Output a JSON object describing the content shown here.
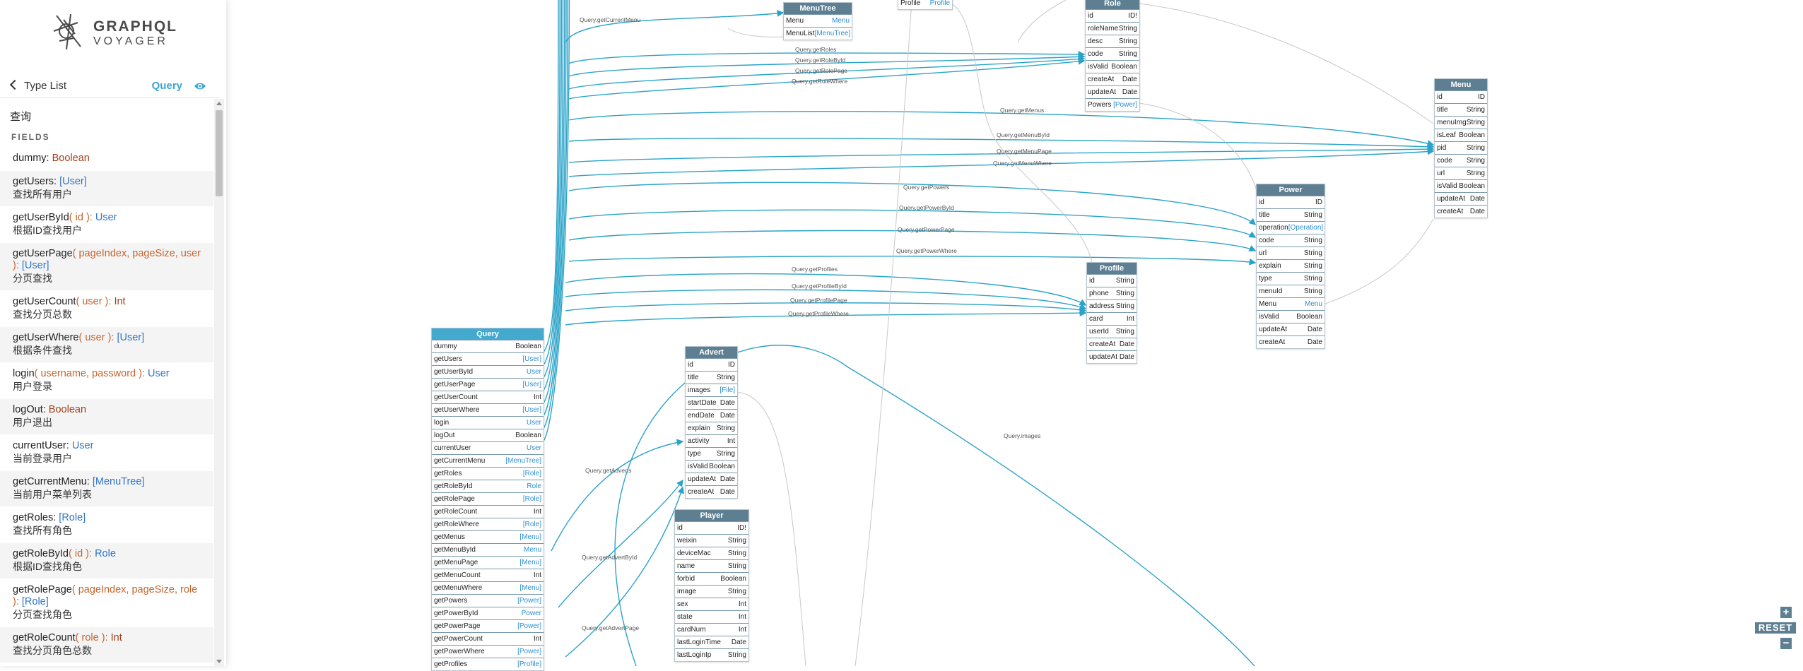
{
  "logo": {
    "line1": "GRAPHQL",
    "line2": "VOYAGER"
  },
  "typebar": {
    "back_label": "Type List",
    "root_type": "Query"
  },
  "panel": {
    "description": "查询",
    "fields_header": "FIELDS"
  },
  "fields": [
    {
      "parts": [
        {
          "t": "dummy",
          "c": ""
        },
        {
          "t": ": ",
          "c": ""
        },
        {
          "t": "Boolean",
          "c": "bt"
        }
      ],
      "desc": ""
    },
    {
      "parts": [
        {
          "t": "getUsers",
          "c": ""
        },
        {
          "t": ": ",
          "c": ""
        },
        {
          "t": "[User]",
          "c": "ty"
        }
      ],
      "desc": "查找所有用户"
    },
    {
      "parts": [
        {
          "t": "getUserById",
          "c": ""
        },
        {
          "t": "( id ): ",
          "c": "ar"
        },
        {
          "t": "User",
          "c": "ty"
        }
      ],
      "desc": "根据ID查找用户"
    },
    {
      "parts": [
        {
          "t": "getUserPage",
          "c": ""
        },
        {
          "t": "( pageIndex, pageSize, user ): ",
          "c": "ar"
        },
        {
          "t": "[User]",
          "c": "ty"
        }
      ],
      "desc": "分页查找"
    },
    {
      "parts": [
        {
          "t": "getUserCount",
          "c": ""
        },
        {
          "t": "( user ): ",
          "c": "ar"
        },
        {
          "t": "Int",
          "c": "bt"
        }
      ],
      "desc": "查找分页总数"
    },
    {
      "parts": [
        {
          "t": "getUserWhere",
          "c": ""
        },
        {
          "t": "( user ): ",
          "c": "ar"
        },
        {
          "t": "[User]",
          "c": "ty"
        }
      ],
      "desc": "根据条件查找"
    },
    {
      "parts": [
        {
          "t": "login",
          "c": ""
        },
        {
          "t": "( username, password ): ",
          "c": "ar"
        },
        {
          "t": "User",
          "c": "ty"
        }
      ],
      "desc": "用户登录"
    },
    {
      "parts": [
        {
          "t": "logOut",
          "c": ""
        },
        {
          "t": ": ",
          "c": ""
        },
        {
          "t": "Boolean",
          "c": "bt"
        }
      ],
      "desc": "用户退出"
    },
    {
      "parts": [
        {
          "t": "currentUser",
          "c": ""
        },
        {
          "t": ": ",
          "c": ""
        },
        {
          "t": "User",
          "c": "ty"
        }
      ],
      "desc": "当前登录用户"
    },
    {
      "parts": [
        {
          "t": "getCurrentMenu",
          "c": ""
        },
        {
          "t": ": ",
          "c": ""
        },
        {
          "t": "[MenuTree]",
          "c": "ty"
        }
      ],
      "desc": "当前用户菜单列表"
    },
    {
      "parts": [
        {
          "t": "getRoles",
          "c": ""
        },
        {
          "t": ": ",
          "c": ""
        },
        {
          "t": "[Role]",
          "c": "ty"
        }
      ],
      "desc": "查找所有角色"
    },
    {
      "parts": [
        {
          "t": "getRoleById",
          "c": ""
        },
        {
          "t": "( id ): ",
          "c": "ar"
        },
        {
          "t": "Role",
          "c": "ty"
        }
      ],
      "desc": "根据ID查找角色"
    },
    {
      "parts": [
        {
          "t": "getRolePage",
          "c": ""
        },
        {
          "t": "( pageIndex, pageSize, role ): ",
          "c": "ar"
        },
        {
          "t": "[Role]",
          "c": "ty"
        }
      ],
      "desc": "分页查找角色"
    },
    {
      "parts": [
        {
          "t": "getRoleCount",
          "c": ""
        },
        {
          "t": "( role ): ",
          "c": "ar"
        },
        {
          "t": "Int",
          "c": "bt"
        }
      ],
      "desc": "查找分页角色总数"
    }
  ],
  "nodes": {
    "Query": {
      "title": "Query",
      "rows": [
        [
          "dummy",
          "Boolean"
        ],
        [
          "getUsers",
          "[User]"
        ],
        [
          "getUserById",
          "User"
        ],
        [
          "getUserPage",
          "[User]"
        ],
        [
          "getUserCount",
          "Int"
        ],
        [
          "getUserWhere",
          "[User]"
        ],
        [
          "login",
          "User"
        ],
        [
          "logOut",
          "Boolean"
        ],
        [
          "currentUser",
          "User"
        ],
        [
          "getCurrentMenu",
          "[MenuTree]"
        ],
        [
          "getRoles",
          "[Role]"
        ],
        [
          "getRoleById",
          "Role"
        ],
        [
          "getRolePage",
          "[Role]"
        ],
        [
          "getRoleCount",
          "Int"
        ],
        [
          "getRoleWhere",
          "[Role]"
        ],
        [
          "getMenus",
          "[Menu]"
        ],
        [
          "getMenuById",
          "Menu"
        ],
        [
          "getMenuPage",
          "[Menu]"
        ],
        [
          "getMenuCount",
          "Int"
        ],
        [
          "getMenuWhere",
          "[Menu]"
        ],
        [
          "getPowers",
          "[Power]"
        ],
        [
          "getPowerById",
          "Power"
        ],
        [
          "getPowerPage",
          "[Power]"
        ],
        [
          "getPowerCount",
          "Int"
        ],
        [
          "getPowerWhere",
          "[Power]"
        ],
        [
          "getProfiles",
          "[Profile]"
        ]
      ]
    },
    "MenuTree": {
      "title": "MenuTree",
      "rows": [
        [
          "Menu",
          "Menu"
        ],
        [
          "MenuList",
          "[MenuTree]"
        ]
      ]
    },
    "Role": {
      "title": "Role",
      "rows": [
        [
          "id",
          "ID!"
        ],
        [
          "roleName",
          "String"
        ],
        [
          "desc",
          "String"
        ],
        [
          "code",
          "String"
        ],
        [
          "isValid",
          "Boolean"
        ],
        [
          "createAt",
          "Date"
        ],
        [
          "updateAt",
          "Date"
        ],
        [
          "Powers",
          "[Power]"
        ]
      ]
    },
    "Menu": {
      "title": "Menu",
      "rows": [
        [
          "id",
          "ID"
        ],
        [
          "title",
          "String"
        ],
        [
          "menuImg",
          "String"
        ],
        [
          "isLeaf",
          "Boolean"
        ],
        [
          "pid",
          "String"
        ],
        [
          "code",
          "String"
        ],
        [
          "url",
          "String"
        ],
        [
          "isValid",
          "Boolean"
        ],
        [
          "updateAt",
          "Date"
        ],
        [
          "createAt",
          "Date"
        ]
      ]
    },
    "Power": {
      "title": "Power",
      "rows": [
        [
          "id",
          "ID"
        ],
        [
          "title",
          "String"
        ],
        [
          "operation",
          "[Operation]"
        ],
        [
          "code",
          "String"
        ],
        [
          "url",
          "String"
        ],
        [
          "explain",
          "String"
        ],
        [
          "type",
          "String"
        ],
        [
          "menuId",
          "String"
        ],
        [
          "Menu",
          "Menu"
        ],
        [
          "isValid",
          "Boolean"
        ],
        [
          "updateAt",
          "Date"
        ],
        [
          "createAt",
          "Date"
        ]
      ]
    },
    "Profile": {
      "title": "Profile",
      "rows": [
        [
          "id",
          "String"
        ],
        [
          "phone",
          "String"
        ],
        [
          "address",
          "String"
        ],
        [
          "card",
          "Int"
        ],
        [
          "userId",
          "String"
        ],
        [
          "createAt",
          "Date"
        ],
        [
          "updateAt",
          "Date"
        ]
      ]
    },
    "Advert": {
      "title": "Advert",
      "rows": [
        [
          "id",
          "ID"
        ],
        [
          "title",
          "String"
        ],
        [
          "images",
          "[File]"
        ],
        [
          "startDate",
          "Date"
        ],
        [
          "endDate",
          "Date"
        ],
        [
          "explain",
          "String"
        ],
        [
          "activity",
          "Int"
        ],
        [
          "type",
          "String"
        ],
        [
          "isValid",
          "Boolean"
        ],
        [
          "updateAt",
          "Date"
        ],
        [
          "createAt",
          "Date"
        ]
      ]
    },
    "Player": {
      "title": "Player",
      "rows": [
        [
          "id",
          "ID!"
        ],
        [
          "weixin",
          "String"
        ],
        [
          "deviceMac",
          "String"
        ],
        [
          "name",
          "String"
        ],
        [
          "forbid",
          "Boolean"
        ],
        [
          "image",
          "String"
        ],
        [
          "sex",
          "Int"
        ],
        [
          "state",
          "Int"
        ],
        [
          "cardNum",
          "Int"
        ],
        [
          "lastLoginTime",
          "Date"
        ],
        [
          "lastLoginIp",
          "String"
        ]
      ]
    },
    "UserTop": {
      "title": "",
      "rows": [
        [
          "Profile",
          "Profile"
        ]
      ]
    }
  },
  "link_types": [
    "User",
    "MenuTree",
    "Role",
    "Menu",
    "Power",
    "Profile",
    "File",
    "Operation"
  ],
  "edges": [
    {
      "label": "Query.getCurrentMenu"
    },
    {
      "label": "Query.getRoles"
    },
    {
      "label": "Query.getRoleById"
    },
    {
      "label": "Query.getRolePage"
    },
    {
      "label": "Query.getRoleWhere"
    },
    {
      "label": "Query.getMenus"
    },
    {
      "label": "Query.getMenuById"
    },
    {
      "label": "Query.getMenuPage"
    },
    {
      "label": "Query.getMenuWhere"
    },
    {
      "label": "Query.getPowers"
    },
    {
      "label": "Query.getPowerById"
    },
    {
      "label": "Query.getPowerPage"
    },
    {
      "label": "Query.getPowerWhere"
    },
    {
      "label": "Query.getProfiles"
    },
    {
      "label": "Query.getProfileById"
    },
    {
      "label": "Query.getProfilePage"
    },
    {
      "label": "Query.getProfileWhere"
    },
    {
      "label": "Query.getAdverts"
    },
    {
      "label": "Query.getAdvertById"
    },
    {
      "label": "Query.getAdvertPage"
    },
    {
      "label": "Query.images"
    }
  ],
  "zoom": {
    "plus": "+",
    "reset": "RESET",
    "minus": "−"
  },
  "colors": {
    "accent": "#3aa5d3",
    "query_header": "#43a9cf",
    "type_header": "#5e7f92",
    "edge": "#2aa3c9",
    "edge_light": "#c8c8c8"
  }
}
